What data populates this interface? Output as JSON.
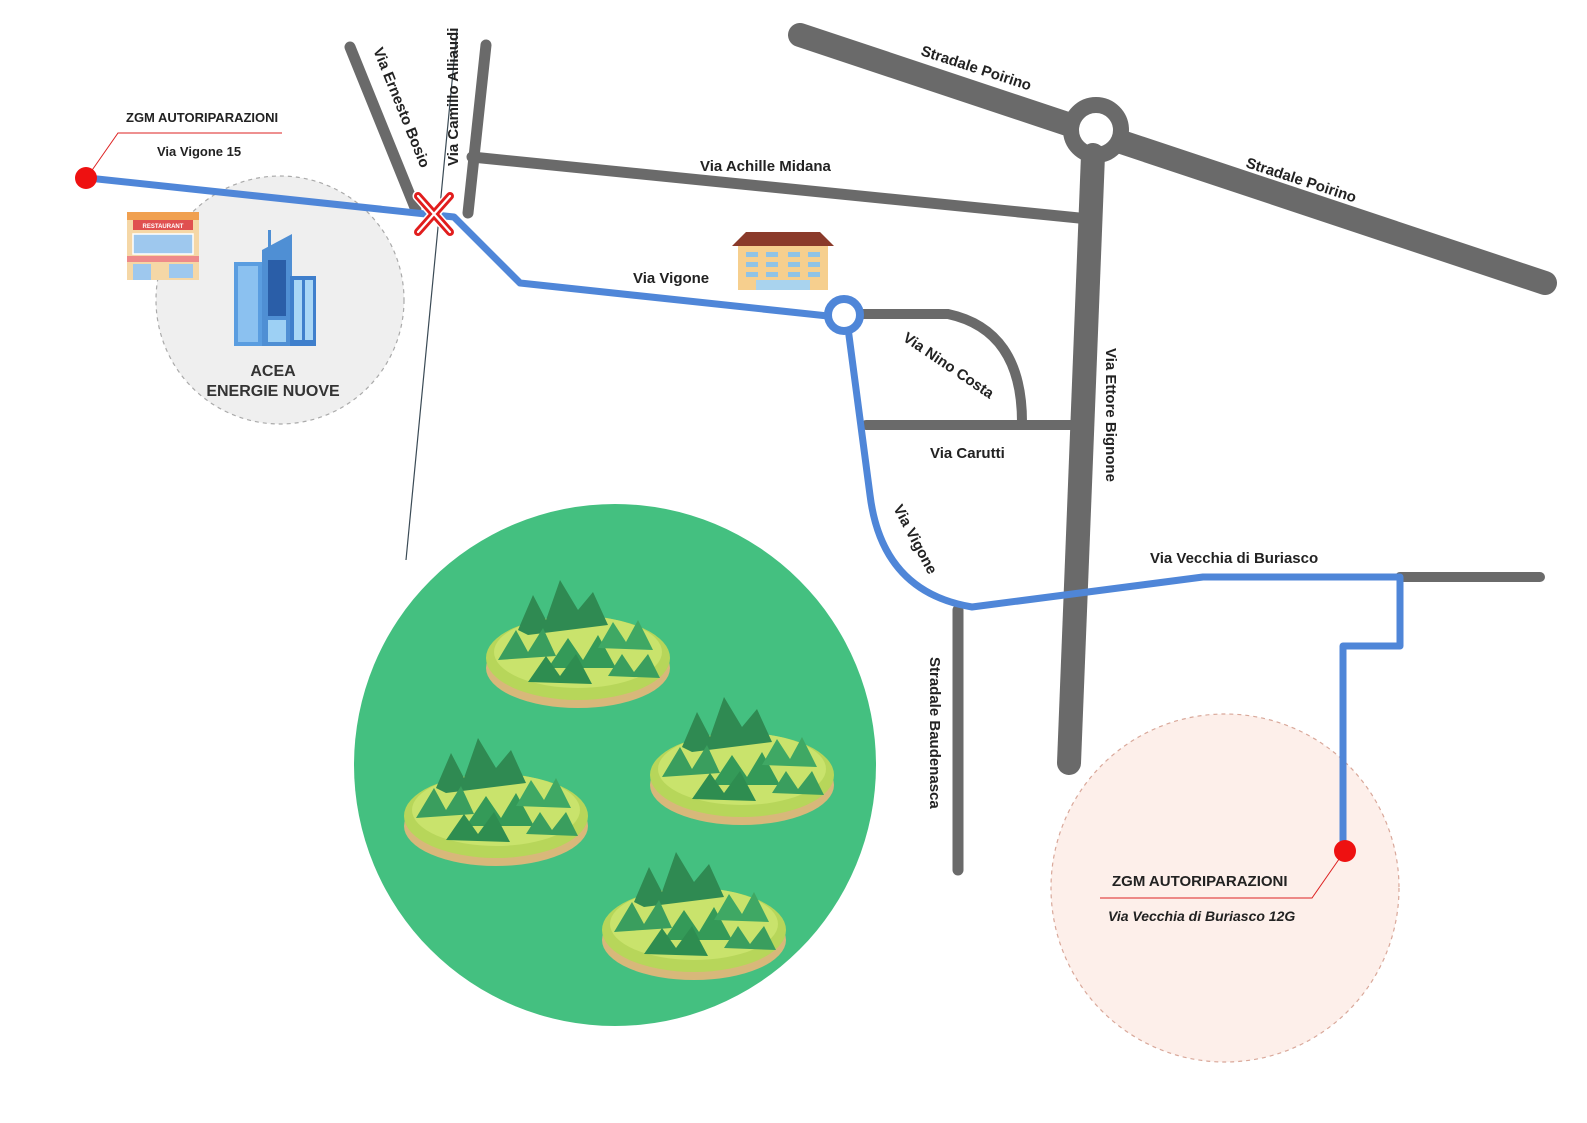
{
  "colors": {
    "road": "#6a6a6a",
    "route": "#4f86d8",
    "marker": "#ee1111",
    "park": "#44c080",
    "industrial_zone": "#efefef",
    "destination_zone": "#fdefea",
    "leader_line": "#dd2222"
  },
  "roads": {
    "via_ernesto_bosio": "Via Ernesto Bosio",
    "via_camillo_alliaudi": "Via Camillo Alliaudi",
    "via_achille_midana": "Via Achille Midana",
    "stradale_poirino_1": "Stradale Poirino",
    "stradale_poirino_2": "Stradale Poirino",
    "via_vigone_1": "Via Vigone",
    "via_vigone_2": "Via Vigone",
    "via_nino_costa": "Via Nino Costa",
    "via_carutti": "Via Carutti",
    "via_ettore_bignone": "Via Ettore Bignone",
    "via_vecchia_di_buriasco": "Via Vecchia di Buriasco",
    "stradale_baudenasca": "Stradale Baudenasca"
  },
  "start_marker": {
    "name": "ZGM AUTORIPARAZIONI",
    "address": "Via Vigone 15"
  },
  "end_marker": {
    "name": "ZGM AUTORIPARAZIONI",
    "address": "Via Vecchia di Buriasco 12G"
  },
  "industrial_zone": {
    "line1": "ACEA",
    "line2": "ENERGIE NUOVE"
  },
  "icons": {
    "railway_crossing": "railway-crossing-icon",
    "roundabout": "roundabout-icon",
    "building": "apartment-building-icon",
    "restaurant": "restaurant-icon",
    "skyscrapers": "skyscraper-icon",
    "park": "forest-hills-icon"
  },
  "restaurant_sign": "RESTAURANT"
}
